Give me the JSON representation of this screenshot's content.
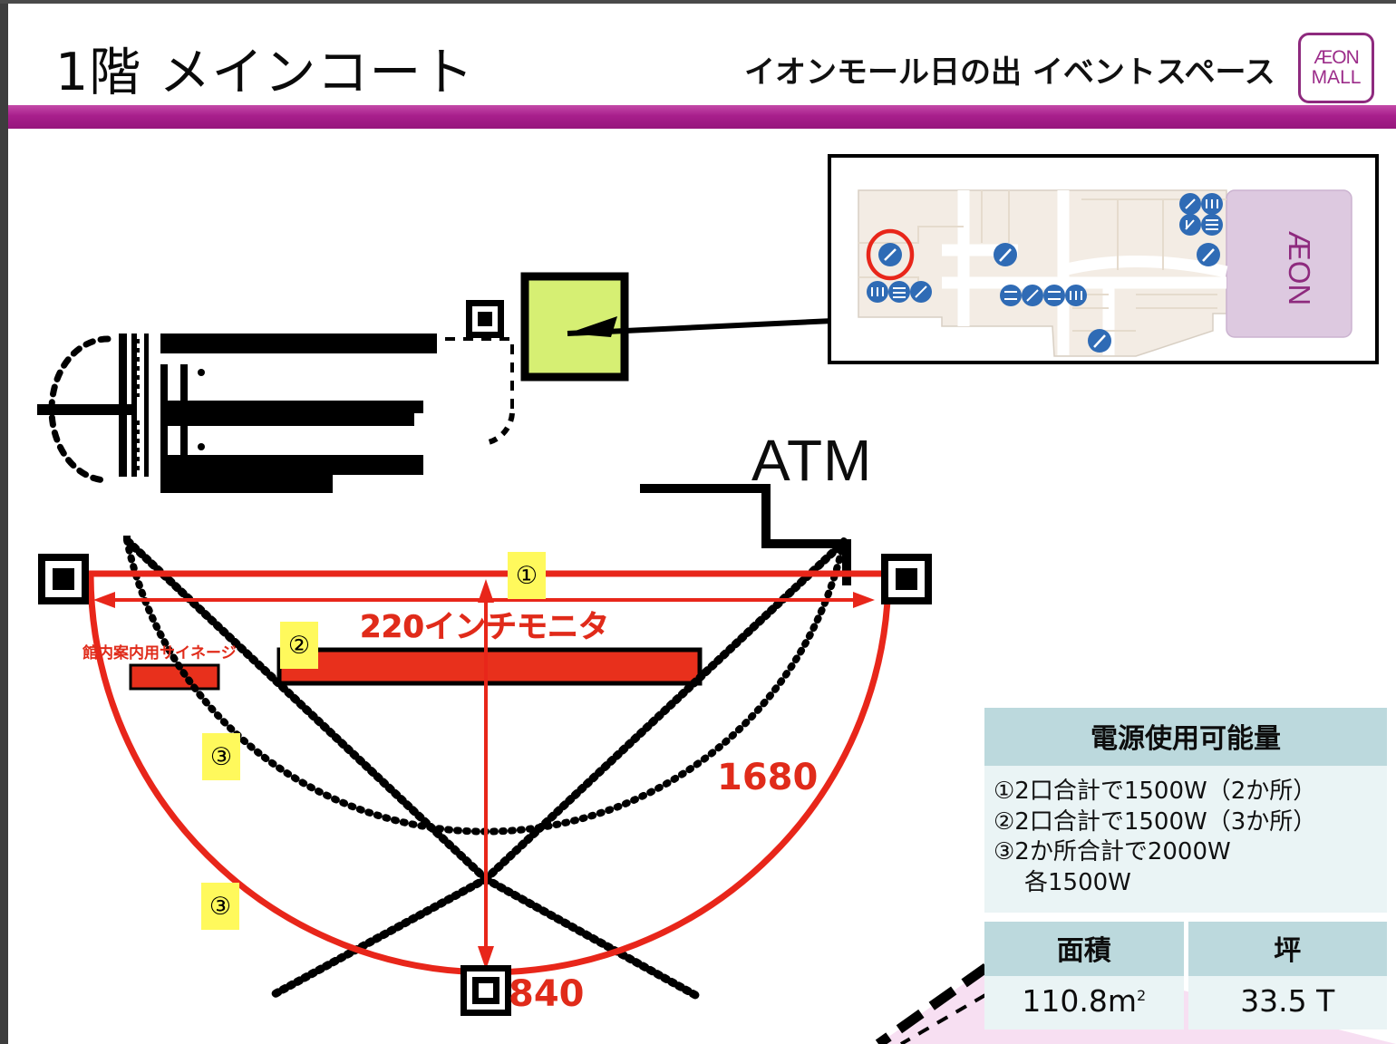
{
  "header": {
    "floor_title": "1階 メインコート",
    "mall_title": "イオンモール日の出  イベントスペース",
    "logo_line1": "ÆON",
    "logo_line2": "MALL",
    "accent_color": "#a81f8c"
  },
  "plan": {
    "monitor_label": "220インチモニタ",
    "signage_label": "館内案内用サイネージ",
    "atm_label": "ATM",
    "dim_width": "1680",
    "dim_depth": "840",
    "markers": {
      "one": "①",
      "two": "②",
      "three_a": "③",
      "three_b": "③"
    },
    "colors": {
      "outline_red": "#e8261a",
      "monitor_red": "#e8301c",
      "highlight_yellow": "#fff95c",
      "green_box": "#d6ef73"
    }
  },
  "minimap": {
    "anchor_label": "ÆON"
  },
  "power_panel": {
    "title": "電源使用可能量",
    "lines": [
      "①2口合計で1500W（2か所）",
      "②2口合計で1500W（3か所）",
      "③2か所合計で2000W",
      "各1500W"
    ]
  },
  "area_table": {
    "headers": [
      "面積",
      "坪"
    ],
    "area_value": "110.8m",
    "area_unit_sup": "2",
    "tsubo_value": "33.5 T"
  }
}
